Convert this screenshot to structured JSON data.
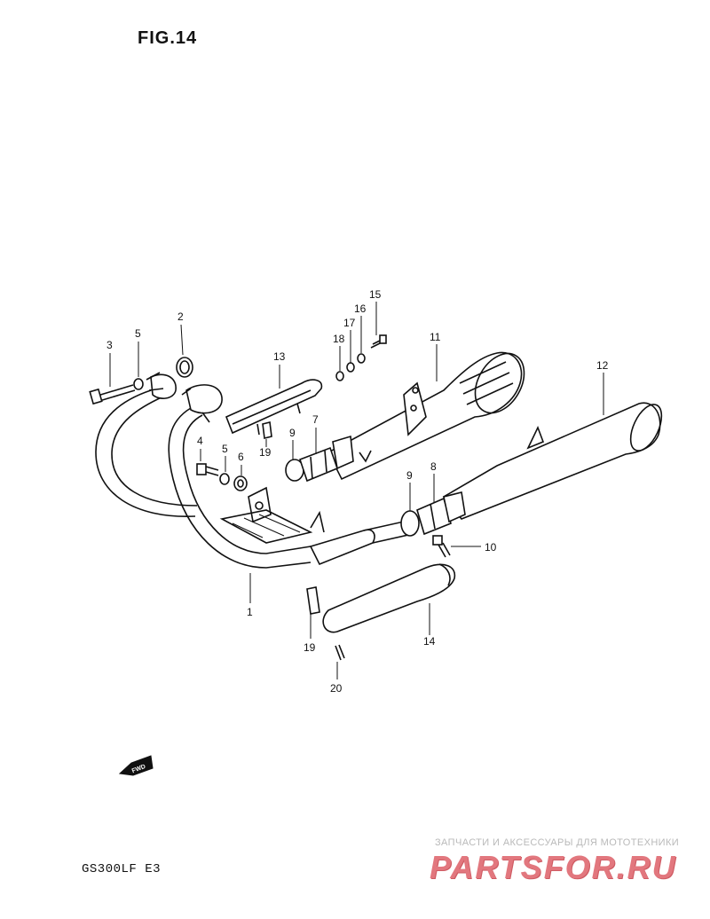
{
  "figure": {
    "title": "FIG.14"
  },
  "model": "GS300LF  E3",
  "watermark": {
    "tagline": "ЗАПЧАСТИ И АКСЕССУАРЫ ДЛЯ МОТОТЕХНИКИ",
    "logo": "PARTSFOR.RU"
  },
  "fwd_label": "FWD",
  "callouts": {
    "c1": "1",
    "c2": "2",
    "c3": "3",
    "c4": "4",
    "c5a": "5",
    "c5b": "5",
    "c6": "6",
    "c7": "7",
    "c8": "8",
    "c9a": "9",
    "c9b": "9",
    "c10": "10",
    "c11": "11",
    "c12": "12",
    "c13": "13",
    "c14": "14",
    "c15": "15",
    "c16": "16",
    "c17": "17",
    "c18": "18",
    "c19a": "19",
    "c19b": "19",
    "c20": "20"
  }
}
